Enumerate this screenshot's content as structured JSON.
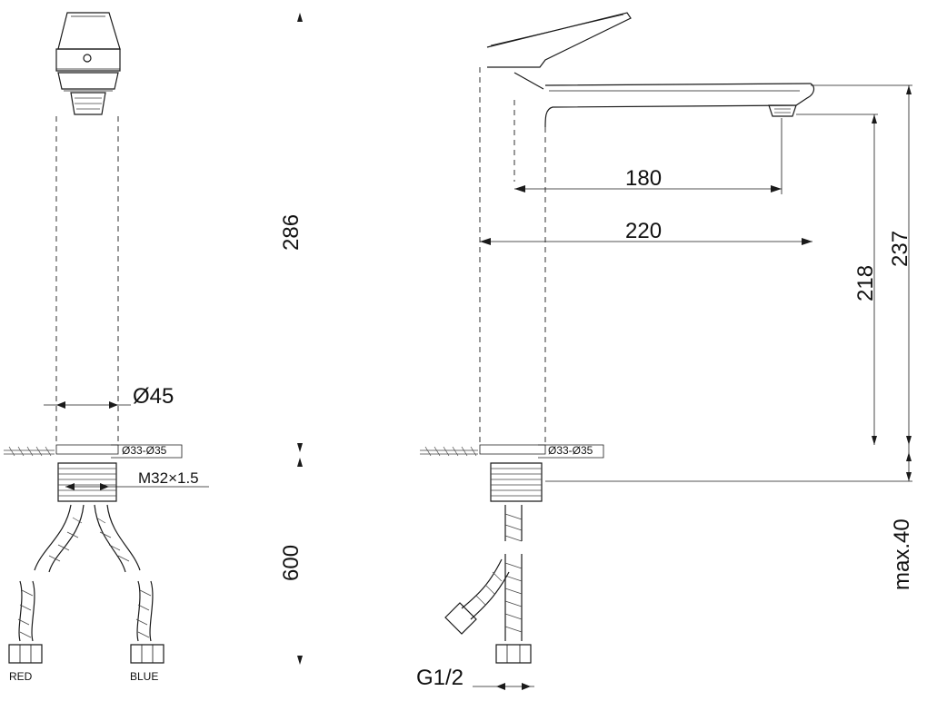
{
  "front_view": {
    "diameter_label": "Ø45",
    "hole_range_label": "Ø33-Ø35",
    "thread_label": "M32×1.5",
    "hose_left_label": "RED",
    "hose_right_label": "BLUE"
  },
  "vertical_dims": {
    "height_label": "286",
    "hose_length_label": "600"
  },
  "side_view": {
    "reach_inner_label": "180",
    "reach_outer_label": "220",
    "spout_height_label": "218",
    "total_height_label": "237",
    "deck_thickness_label": "max.40",
    "hole_range_label": "Ø33-Ø35",
    "connection_label": "G1/2"
  }
}
